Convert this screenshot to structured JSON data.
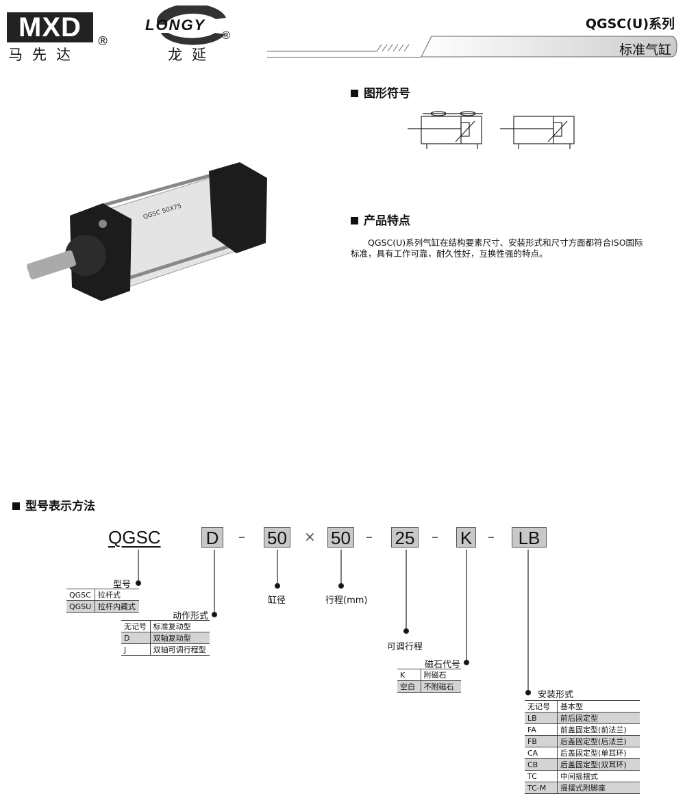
{
  "header": {
    "brand1": "MXD",
    "brand1_cn": "马先达",
    "brand2": "LONGY",
    "brand2_cn": "龙延",
    "registered": "®",
    "series": "QGSC(U)系列",
    "category": "标准气缸"
  },
  "symbol": {
    "heading": "图形符号"
  },
  "product": {
    "label": "QGSC 50X75",
    "heading": "产品特点",
    "description": "QGSC(U)系列气缸在结构要素尺寸、安装形式和尺寸方面都符合ISO国际标准，具有工作可靠，耐久性好，互换性强的特点。"
  },
  "model": {
    "heading": "型号表示方法",
    "code": {
      "series": "QGSC",
      "action": "D",
      "bore": "50",
      "times": "×",
      "stroke": "50",
      "adjust": "25",
      "magnet": "K",
      "mount": "LB",
      "dash": "–"
    },
    "labels": {
      "type": "型号",
      "action": "动作形式",
      "bore": "缸径",
      "stroke": "行程(mm)",
      "adjust": "可调行程",
      "magnet": "磁石代号",
      "mount": "安装形式"
    },
    "type_rows": [
      [
        "QGSC",
        "拉杆式"
      ],
      [
        "QGSU",
        "拉杆内藏式"
      ]
    ],
    "action_rows": [
      [
        "无记号",
        "标准复动型"
      ],
      [
        "D",
        "双轴复动型"
      ],
      [
        "J",
        "双轴可调行程型"
      ]
    ],
    "magnet_rows": [
      [
        "K",
        "附磁石"
      ],
      [
        "空白",
        "不附磁石"
      ]
    ],
    "mount_rows": [
      [
        "无记号",
        "基本型"
      ],
      [
        "LB",
        "前后固定型"
      ],
      [
        "FA",
        "前盖固定型(前法兰)"
      ],
      [
        "FB",
        "后盖固定型(后法兰)"
      ],
      [
        "CA",
        "后盖固定型(单耳环)"
      ],
      [
        "CB",
        "后盖固定型(双耳环)"
      ],
      [
        "TC",
        "中间摇摆式"
      ],
      [
        "TC-M",
        "摇摆式附脚座"
      ]
    ]
  }
}
